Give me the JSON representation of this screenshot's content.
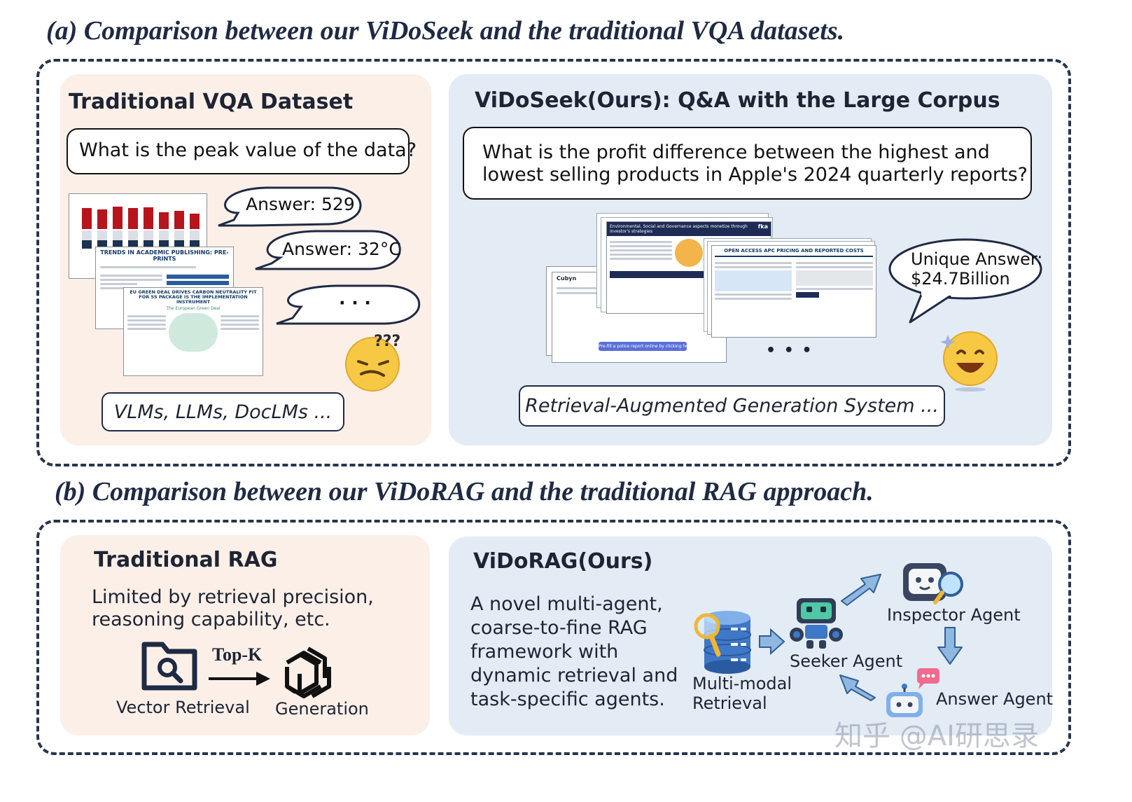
{
  "section_a": {
    "title": "(a) Comparison between our ViDoSeek and the traditional VQA datasets.",
    "left": {
      "title": "Traditional VQA Dataset",
      "question": "What is the peak value of the data?",
      "bubbles": [
        "Answer: 529",
        "Answer: 32°C",
        "· · ·"
      ],
      "docs": [
        "TRENDS IN ACADEMIC PUBLISHING: PRE-PRINTS",
        "EU GREEN DEAL DRIVES CARBON NEUTRALITY FIT FOR 55 PACKAGE IS THE IMPLEMENTATION INSTRUMENT",
        "The European Green Deal"
      ],
      "models": "VLMs, LLMs, DocLMs ..."
    },
    "right": {
      "title": "ViDoSeek(Ours): Q&A with the Large Corpus",
      "question_line1": "What is the profit difference between the highest and",
      "question_line2": "lowest selling products in Apple's 2024 quarterly reports?",
      "docs": [
        "Environmental, Social and Governance aspects monetize through investor's strategies",
        "fka",
        "OPEN ACCESS APC PRICING AND REPORTED COSTS",
        "Cubyn",
        "Pre-fill a police report online by clicking here"
      ],
      "ellipsis": "• • •",
      "bubble_line1": "Unique Answer:",
      "bubble_line2": "$24.7Billion",
      "system": "Retrieval-Augmented Generation System ..."
    }
  },
  "section_b": {
    "title": "(b) Comparison between our ViDoRAG and the traditional RAG approach.",
    "left": {
      "title": "Traditional RAG",
      "desc_line1": "Limited by retrieval precision,",
      "desc_line2": "reasoning capability, etc.",
      "topk": "Top-K",
      "vector_label": "Vector Retrieval",
      "generation_label": "Generation"
    },
    "right": {
      "title": "ViDoRAG(Ours)",
      "desc_lines": [
        "A novel multi-agent,",
        "coarse-to-fine RAG",
        "framework with",
        "dynamic retrieval and",
        "task-specific agents."
      ],
      "multimodal_line1": "Multi-modal",
      "multimodal_line2": "Retrieval",
      "seeker": "Seeker Agent",
      "inspector": "Inspector Agent",
      "answer": "Answer Agent"
    }
  },
  "watermark": "知乎 @AI研思录",
  "colors": {
    "frame": "#27354f",
    "peach_panel": "#fbefe8",
    "blue_panel": "#e3ebf5",
    "arrow_blue": "#8fb8e0",
    "bar_red": "#b8141c",
    "bar_navy": "#1b3350"
  },
  "icons": [
    "confused-emoji-icon",
    "happy-emoji-icon",
    "folder-search-icon",
    "openai-logo-icon",
    "database-magnifier-icon",
    "robot-seeker-icon",
    "robot-inspector-icon",
    "robot-answer-icon",
    "arrow-icon"
  ]
}
